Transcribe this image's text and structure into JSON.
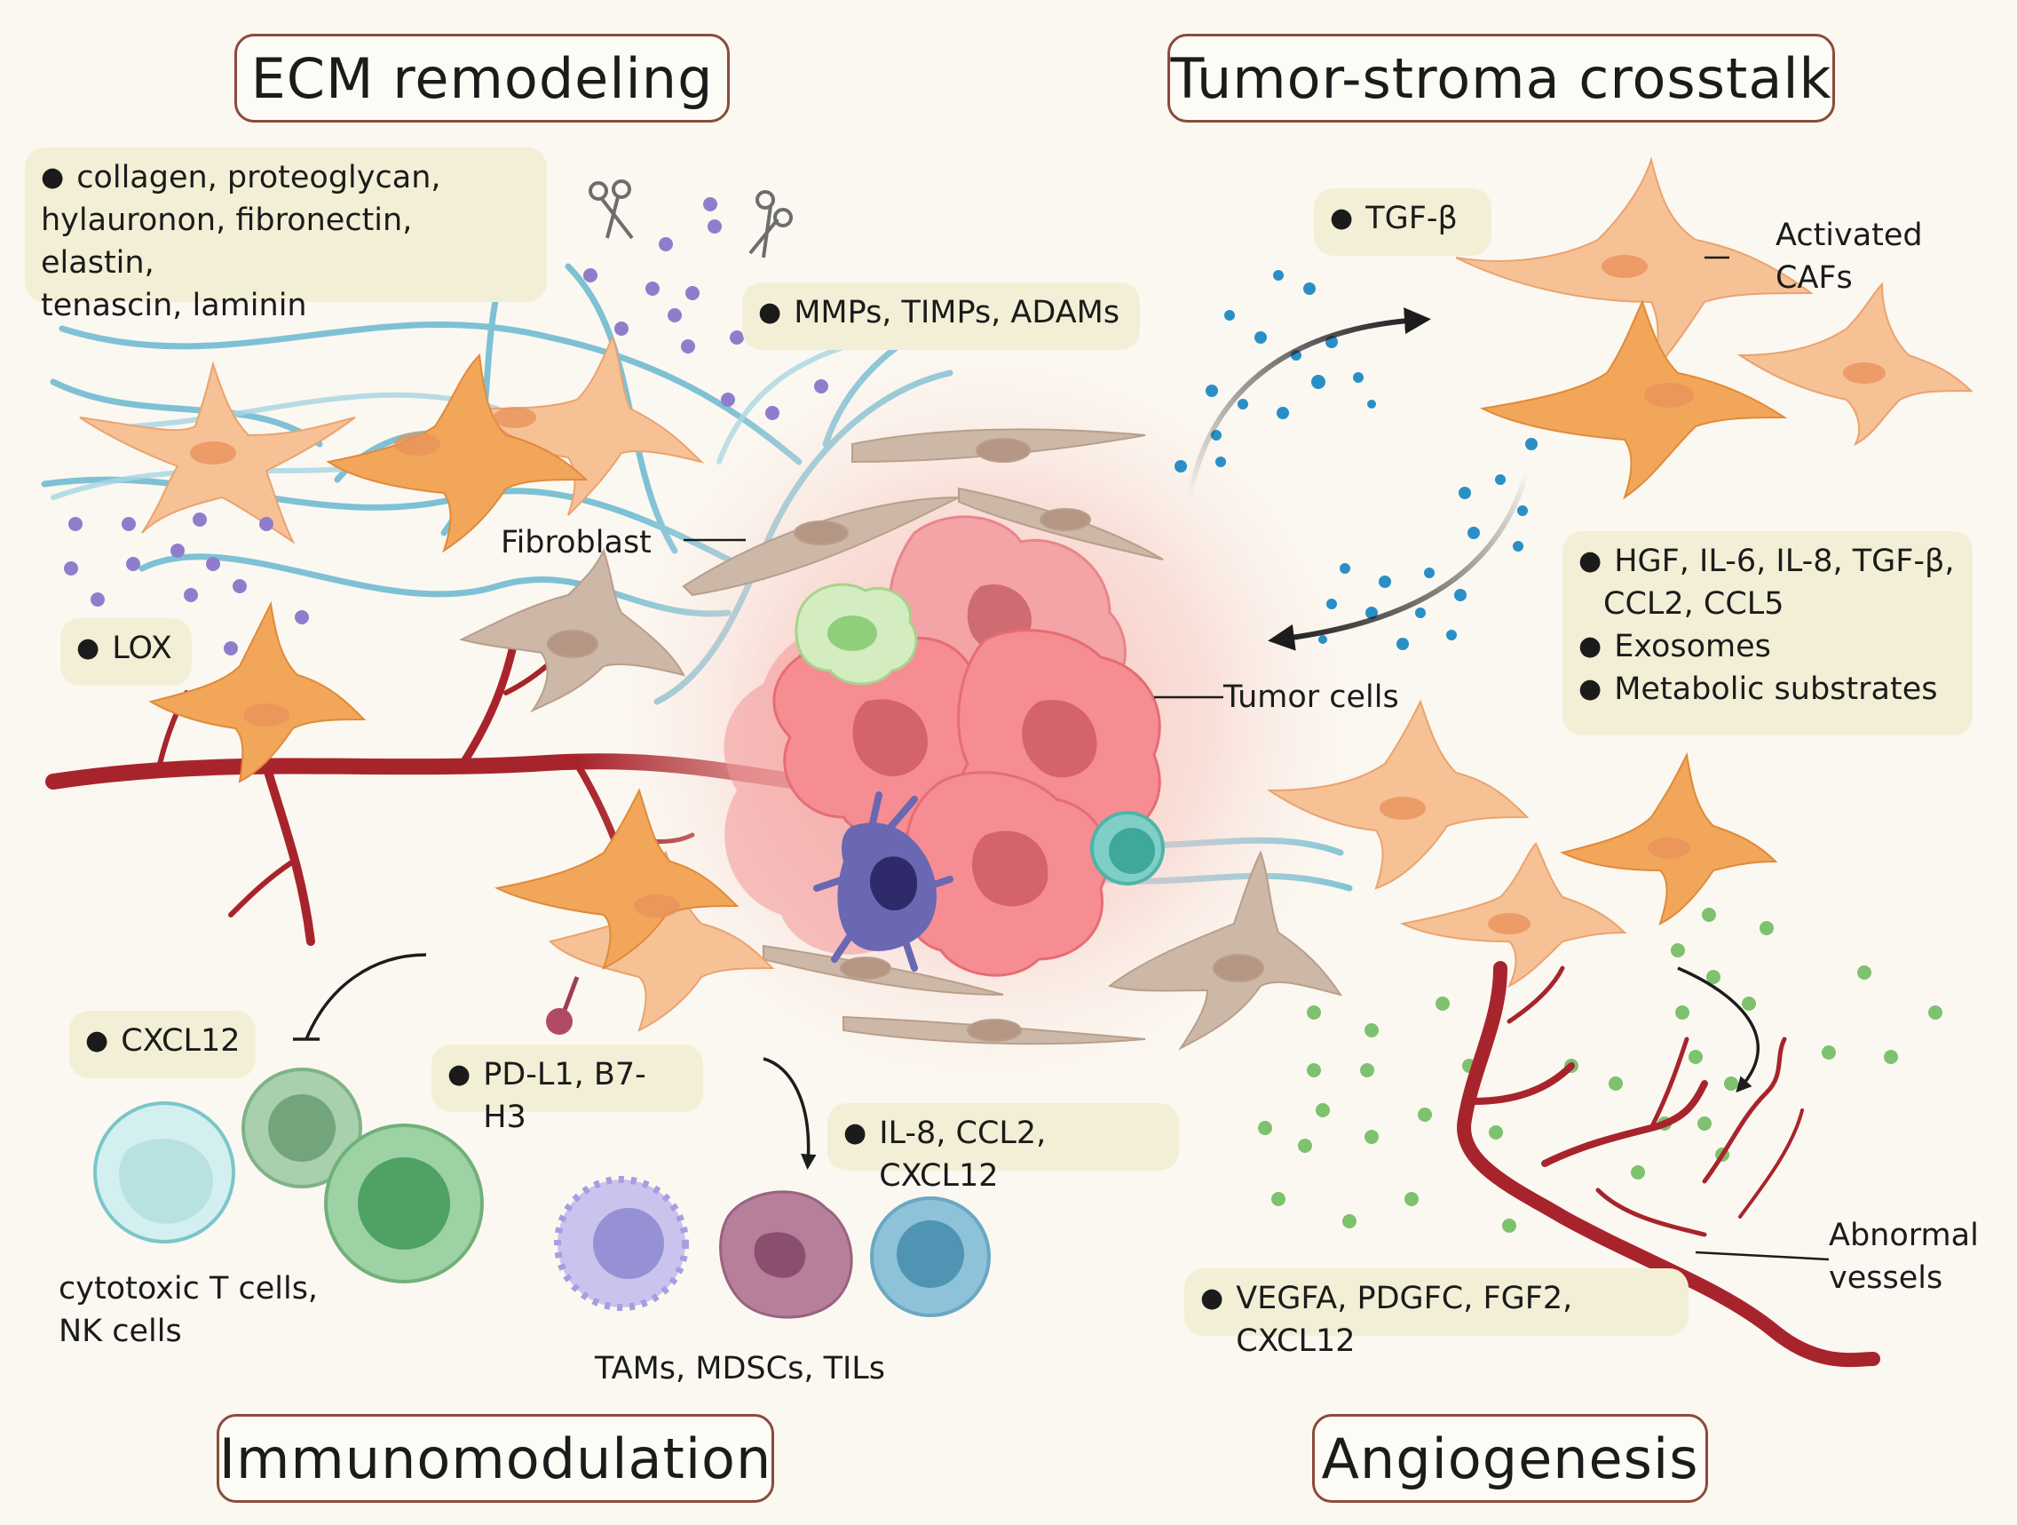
{
  "titles": {
    "ecm": "ECM remodeling",
    "crosstalk": "Tumor-stroma crosstalk",
    "immuno": "Immunomodulation",
    "angio": "Angiogenesis"
  },
  "notes": {
    "ecm_components": {
      "line1": "collagen, proteoglycan,",
      "line2": "hylauronon, fibronectin, elastin,",
      "line3": "tenascin, laminin"
    },
    "mmps": "MMPs, TIMPs, ADAMs",
    "lox": "LOX",
    "tgfb": "TGF-β",
    "secreted": {
      "item1_line1": "HGF,  IL-6, IL-8, TGF-β,",
      "item1_line2": "CCL2, CCL5",
      "item2": "Exosomes",
      "item3": "Metabolic substrates"
    },
    "cxcl12": "CXCL12",
    "pdl1": "PD-L1, B7-H3",
    "il8": "IL-8, CCL2, CXCL12",
    "vegfa": "VEGFA, PDGFC, FGF2, CXCL12"
  },
  "labels": {
    "fibroblast": "Fibroblast",
    "tumor_cells": "Tumor cells",
    "activated_cafs_line1": "Activated",
    "activated_cafs_line2": "CAFs",
    "cytotoxic_line1": "cytotoxic T cells,",
    "cytotoxic_line2": "NK cells",
    "tams": "TAMs, MDSCs, TILs",
    "abnormal_line1": "Abnormal",
    "abnormal_line2": "vessels"
  },
  "colors": {
    "title_border": "#8a4b3c",
    "note_bg": "#f3efd6",
    "caf_orange": "#f2a65a",
    "fibroblast_tan": "#cdb7a6",
    "tumor_pink": "#f08a8e",
    "vessel_red": "#a8242c",
    "fiber_blue": "#69b8cf",
    "mmp_purple": "#8f7dcc",
    "vegf_green": "#7ec16f"
  }
}
